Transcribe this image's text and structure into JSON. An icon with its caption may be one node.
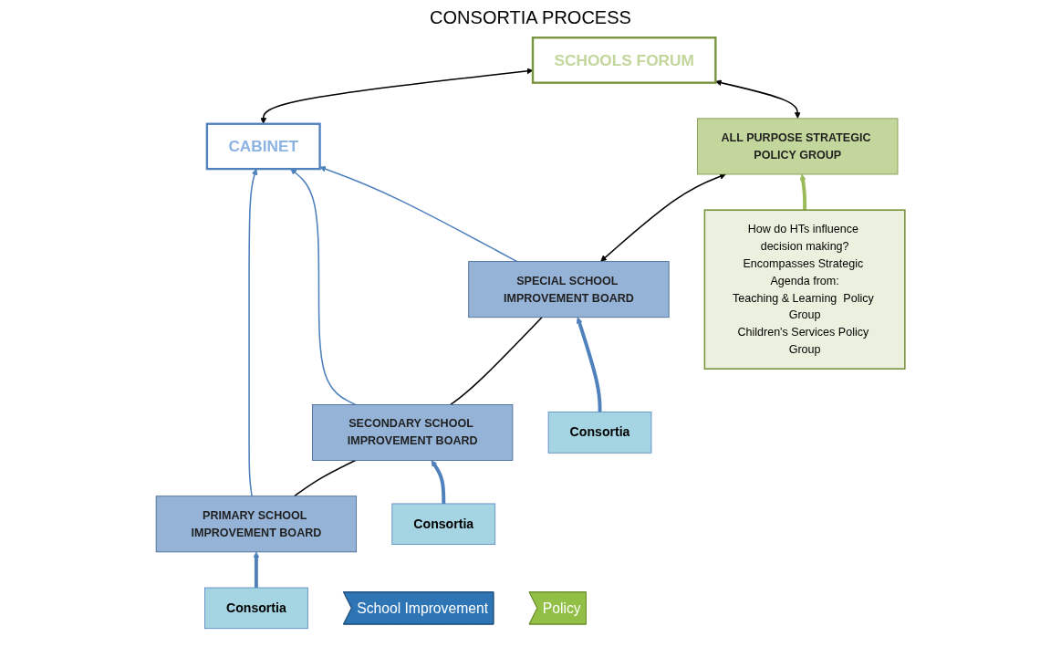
{
  "diagram": {
    "title": "CONSORTIA PROCESS",
    "nodes": [
      {
        "text": [
          "CABINET"
        ]
      },
      {
        "text": [
          "SCHOOLS FORUM"
        ]
      },
      {
        "text": [
          "PRIMARY SCHOOL IMPROVEMENT BOARD"
        ]
      },
      {
        "text": [
          "SECONDARY SCHOOL IMPROVEMENT BOARD"
        ]
      },
      {
        "text": [
          "SPECIAL SCHOOL IMPROVEMENT BOARD"
        ]
      },
      {
        "text": [
          "ALL PURPOSE STRATEGIC POLICY GROUP"
        ]
      },
      {
        "text": [
          "Consortia"
        ]
      },
      {
        "text": [
          "Consortia"
        ]
      },
      {
        "text": [
          "Consortia"
        ]
      },
      {
        "text": [
          "How do HTs influence decision making?",
          "Encompasses Strategic Agenda from:",
          "Teaching & Learning  Policy Group",
          "Children's Services Policy Group"
        ]
      },
      {
        "text": [
          "School Improvement"
        ]
      },
      {
        "text": [
          "Policy"
        ]
      }
    ],
    "edges": [
      {
        "from": 0,
        "to": 1,
        "arrow": "both",
        "color": "#000000"
      },
      {
        "from": 2,
        "to": 0,
        "arrow": "to",
        "color": "#4f81bd"
      },
      {
        "from": 3,
        "to": 0,
        "arrow": "to",
        "color": "#4f81bd"
      },
      {
        "from": 4,
        "to": 0,
        "arrow": "to",
        "color": "#4f81bd"
      },
      {
        "from": 5,
        "to": 1,
        "arrow": "both",
        "color": "#000000"
      },
      {
        "from": 2,
        "to": 3,
        "arrow": "none",
        "color": "#000000"
      },
      {
        "from": 3,
        "to": 4,
        "arrow": "none",
        "color": "#000000"
      },
      {
        "from": 4,
        "to": 5,
        "arrow": "both",
        "color": "#000000"
      },
      {
        "from": 6,
        "to": 2,
        "arrow": "to",
        "style": "thick",
        "color": "#4f81bd"
      },
      {
        "from": 7,
        "to": 3,
        "arrow": "to",
        "style": "thick",
        "color": "#4f81bd"
      },
      {
        "from": 8,
        "to": 4,
        "arrow": "to",
        "style": "thick",
        "color": "#4f81bd"
      },
      {
        "from": 9,
        "to": 5,
        "arrow": "to",
        "style": "thick",
        "color": "#9bbb59"
      }
    ]
  }
}
